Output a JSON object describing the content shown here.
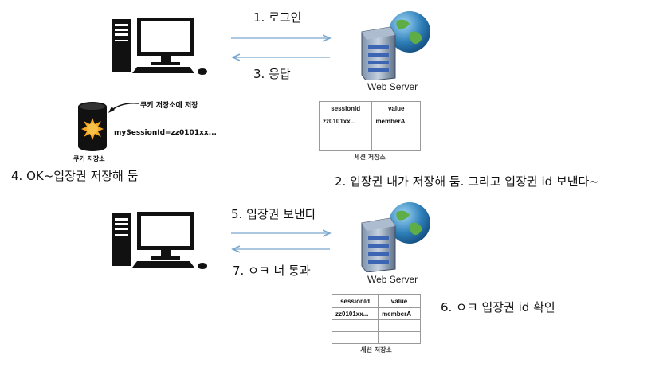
{
  "scene1": {
    "step_login": "1. 로그인",
    "step_response": "3. 응답",
    "server_label": "Web Server",
    "cookie_store_note": "쿠키 저장소에 저장",
    "cookie_value": "mySessionId=zz0101xx...",
    "cookie_store_label": "쿠키 저장소",
    "client_caption": "4. OK~입장권 저장해 둠",
    "server_caption": "2. 입장권 내가 저장해 둠. 그리고 입장권 id 보낸다~",
    "table": {
      "headers": [
        "sessionId",
        "value"
      ],
      "rows": [
        [
          "zz0101xx...",
          "memberA"
        ],
        [
          "",
          ""
        ],
        [
          "",
          ""
        ]
      ],
      "caption": "세션 저장소"
    }
  },
  "scene2": {
    "step_send": "5. 입장권 보낸다",
    "step_pass": "7. ㅇㅋ 너 통과",
    "server_label": "Web Server",
    "server_caption": "6. ㅇㅋ 입장권 id 확인",
    "table": {
      "headers": [
        "sessionId",
        "value"
      ],
      "rows": [
        [
          "zz0101xx...",
          "memberA"
        ],
        [
          "",
          ""
        ],
        [
          "",
          ""
        ]
      ],
      "caption": "세션 저장소"
    }
  },
  "colors": {
    "arrow": "#7aa6cf",
    "db": "#111111",
    "sun": "#f5a623",
    "globe": "#2e7fb8",
    "server": "#5b6f8a"
  }
}
